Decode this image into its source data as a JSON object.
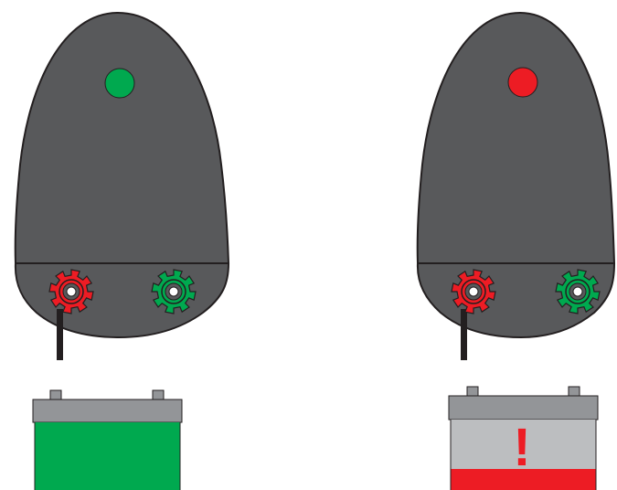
{
  "units": [
    {
      "id": "left",
      "status_led_color": "#00a94f",
      "status_led": "green",
      "battery_state": "charged",
      "battery_fill_color": "#00a94f",
      "battery_charge_fraction": 1.0,
      "battery_warning_text": ""
    },
    {
      "id": "right",
      "status_led_color": "#ed1c24",
      "status_led": "red",
      "battery_state": "low",
      "battery_fill_color": "#bcbec0",
      "battery_low_band_color": "#ed1c24",
      "battery_charge_fraction": 0.18,
      "battery_warning_text": "!"
    }
  ],
  "colors": {
    "housing": "#58595b",
    "housing_outline": "#231f20",
    "terminal_positive": "#ed1c24",
    "terminal_negative": "#00a94f",
    "battery_top": "#939598",
    "cable": "#231f20"
  },
  "icons": {
    "positive_terminal": "positive-terminal-gear-icon",
    "negative_terminal": "negative-terminal-gear-icon",
    "status_led": "status-led-icon",
    "battery": "battery-icon",
    "warning": "exclamation-icon"
  }
}
